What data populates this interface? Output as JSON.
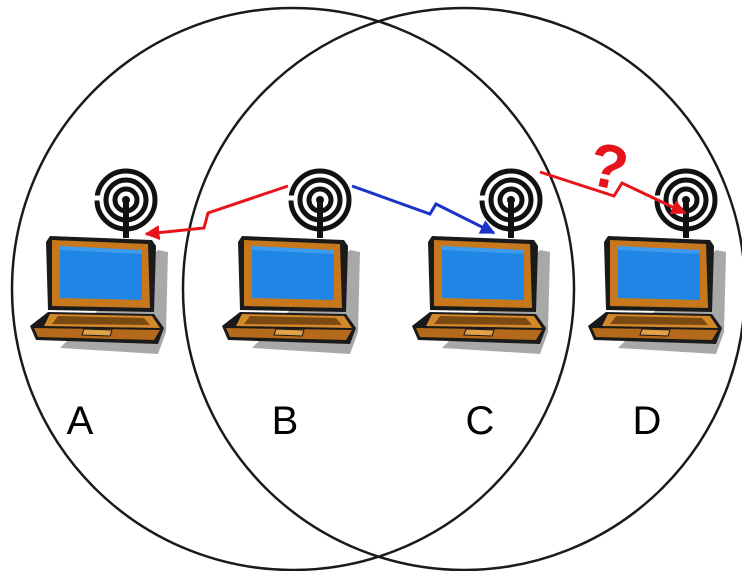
{
  "nodes": [
    {
      "id": "a",
      "label": "A"
    },
    {
      "id": "b",
      "label": "B"
    },
    {
      "id": "c",
      "label": "C"
    },
    {
      "id": "d",
      "label": "D"
    }
  ],
  "links": [
    {
      "from": "B",
      "to": "A",
      "color": "#e8141b"
    },
    {
      "from": "B",
      "to": "C",
      "color": "#1a35c8"
    },
    {
      "from": "C",
      "to": "D",
      "color": "#e8141b",
      "marker": "?"
    }
  ],
  "colors": {
    "range_circle": "#1a1a1a",
    "screen": "#1f86e6",
    "laptop_body": "#c7781d",
    "laptop_shadow": "#9a9a9a",
    "antenna": "#111111"
  },
  "icons": [
    "wifi-antenna-icon",
    "laptop-icon"
  ]
}
